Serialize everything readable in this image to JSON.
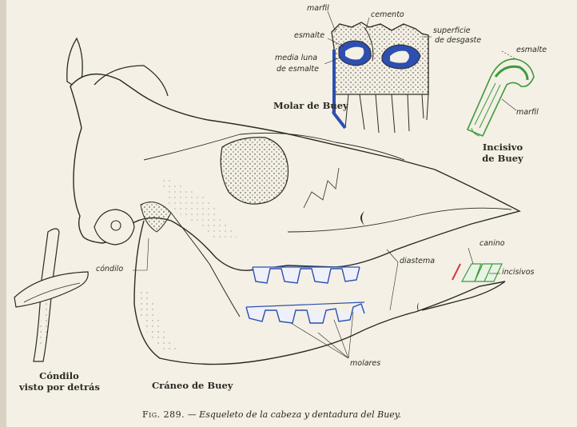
{
  "colors": {
    "paper": "#f4f0e6",
    "ink": "#2d2a26",
    "tooth_blue": "#2c4fb0",
    "incisor_green": "#3f9a3a",
    "canine_red": "#d23c3c"
  },
  "labels": {
    "marfil_molar": "marfil",
    "cemento": "cemento",
    "esmalte_molar": "esmalte",
    "superficie_1": "superficie",
    "superficie_2": "de desgaste",
    "media_luna_1": "media luna",
    "media_luna_2": "de esmalte",
    "esmalte_incisivo": "esmalte",
    "marfil_incisivo": "marfil",
    "condilo": "cóndilo",
    "diastema": "diastema",
    "canino": "canino",
    "incisivos": "incisivos",
    "molares": "molares"
  },
  "titles": {
    "molar": "Molar de Buey",
    "incisivo_1": "Incisivo",
    "incisivo_2": "de Buey",
    "craneo": "Cráneo de Buey",
    "condilo_1": "Cóndilo",
    "condilo_2": "visto por detrás"
  },
  "caption": {
    "fig": "Fig. 289.",
    "dash": " — ",
    "text": "Esqueleto de la cabeza y dentadura del Buey."
  }
}
